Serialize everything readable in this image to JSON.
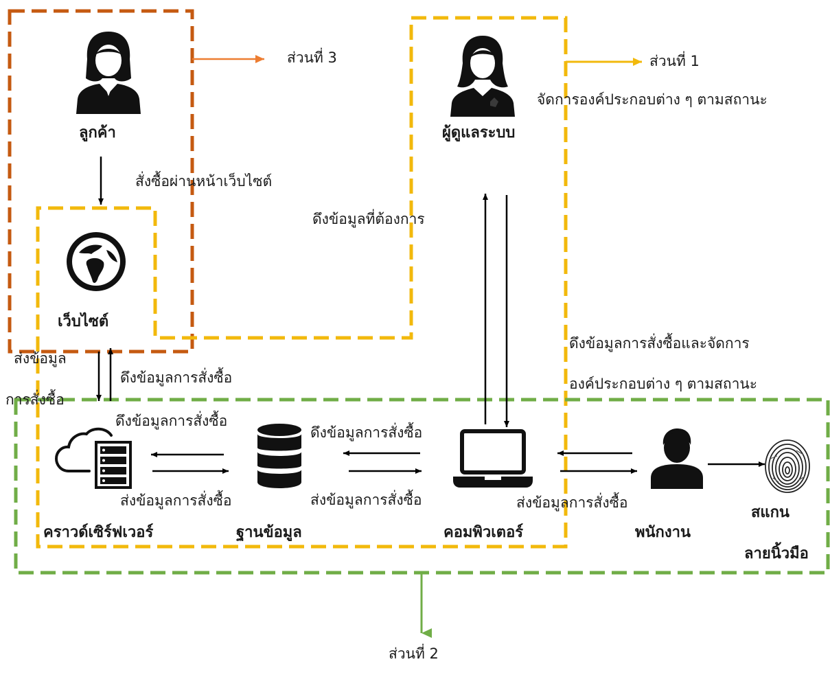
{
  "diagram": {
    "parts": {
      "part3": "ส่วนที่ 3",
      "part1": "ส่วนที่ 1",
      "part2": "ส่วนที่ 2"
    },
    "nodes": {
      "customer": "ลูกค้า",
      "website": "เว็บไซต์",
      "admin": "ผู้ดูแลระบบ",
      "cloud": "คราวด์เซิร์ฟเวอร์",
      "database": "ฐานข้อมูล",
      "computer": "คอมพิวเตอร์",
      "employee": "พนักงาน",
      "scan_line1": "สแกน",
      "scan_line2": "ลายนิ้วมือ"
    },
    "edges": {
      "admin_manage": "จัดการองค์ประกอบต่าง ๆ ตามสถานะ",
      "order_via_web": "สั่งซื้อผ่านหน้าเว็บไซต์",
      "fetch_needed": "ดึงข้อมูลที่ต้องการ",
      "send_line1": "ส่งข้อมูล",
      "send_line2": "การสั่งซื้อ",
      "fetch_order_web": "ดึงข้อมูลการสั่งซื้อ",
      "fetch_manage_line1": "ดึงข้อมูลการสั่งซื้อและจัดการ",
      "fetch_manage_line2": "องค์ประกอบต่าง ๆ ตามสถานะ",
      "fetch_order_cloud": "ดึงข้อมูลการสั่งซื้อ",
      "send_order_cloud": "ส่งข้อมูลการสั่งซื้อ",
      "fetch_order_db": "ดึงข้อมูลการสั่งซื้อ",
      "send_order_db": "ส่งข้อมูลการสั่งซื้อ",
      "send_order_emp": "ส่งข้อมูลการสั่งซื้อ"
    },
    "colors": {
      "part3_border": "#c55a11",
      "part1_border": "#f2b90c",
      "part2_border": "#70ad47",
      "arrow": "#000000",
      "icon": "#111111"
    }
  }
}
